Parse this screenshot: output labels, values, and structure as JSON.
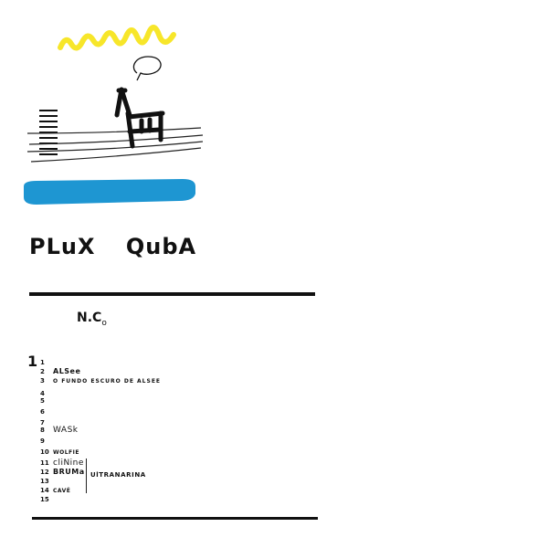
{
  "cover": {
    "title_word1": "PLuX",
    "title_word2": "QubA",
    "artist": "N.C",
    "artist_suffix": "o",
    "colors": {
      "yellow_squiggle": "#F7E62A",
      "blue_stroke": "#1E96D2",
      "ink": "#111111",
      "background": "#FFFFFF"
    }
  },
  "tracklist": {
    "side": "1",
    "tracks": [
      {
        "num": "1",
        "name": ""
      },
      {
        "num": "2",
        "name": "ALSee"
      },
      {
        "num": "3",
        "name": "O FUNDO ESCURO DE ALSEE"
      },
      {
        "num": "4",
        "name": ""
      },
      {
        "num": "5",
        "name": ""
      },
      {
        "num": "6",
        "name": ""
      },
      {
        "num": "7",
        "name": ""
      },
      {
        "num": "8",
        "name": "WASk"
      },
      {
        "num": "9",
        "name": ""
      },
      {
        "num": "10",
        "name": "WOLFIE"
      },
      {
        "num": "11",
        "name": "cliNine"
      },
      {
        "num": "12",
        "name": "BRUMa"
      },
      {
        "num": "13",
        "name": ""
      },
      {
        "num": "14",
        "name": "CAVÉ"
      },
      {
        "num": "15",
        "name": ""
      }
    ],
    "group_label": "UlTRANARINA"
  }
}
